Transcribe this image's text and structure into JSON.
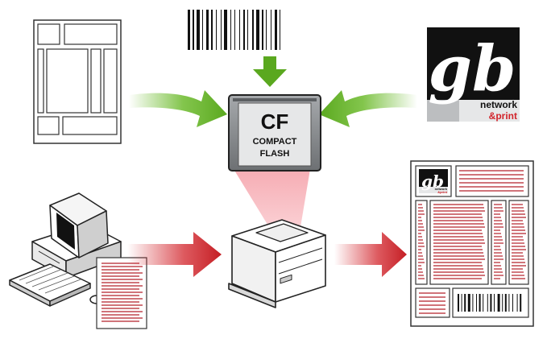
{
  "cf_card": {
    "big": "CF",
    "line1": "COMPACT",
    "line2": "FLASH"
  },
  "logo": {
    "letters": "gb",
    "word1": "network",
    "word2": "&print"
  },
  "output_logo": {
    "letters": "gb",
    "word1": "network",
    "word2": "&print"
  },
  "icons": {
    "form_template": "form-template-icon",
    "barcode": "barcode-icon",
    "logo": "gb-network-print-logo",
    "computer": "desktop-computer-icon",
    "input_document": "document-icon",
    "printer": "laser-printer-icon",
    "output_document": "printed-form-icon"
  },
  "colors": {
    "green_arrow": "#6dbb2d",
    "red_arrow": "#d2232a",
    "beam": "#f6b6bc",
    "text_lines": "#b5202a",
    "card_body": "#8a8d90",
    "card_label": "#e6e7e8"
  }
}
